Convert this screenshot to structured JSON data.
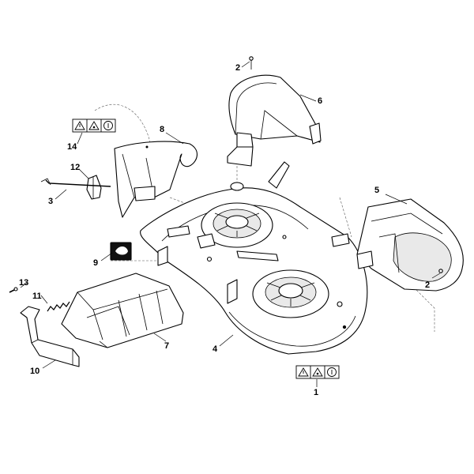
{
  "callouts": [
    {
      "id": "c1",
      "label": "1"
    },
    {
      "id": "c2a",
      "label": "2"
    },
    {
      "id": "c2b",
      "label": "2"
    },
    {
      "id": "c3",
      "label": "3"
    },
    {
      "id": "c4",
      "label": "4"
    },
    {
      "id": "c5",
      "label": "5"
    },
    {
      "id": "c6",
      "label": "6"
    },
    {
      "id": "c7",
      "label": "7"
    },
    {
      "id": "c8",
      "label": "8"
    },
    {
      "id": "c9",
      "label": "9"
    },
    {
      "id": "c10",
      "label": "10"
    },
    {
      "id": "c11",
      "label": "11"
    },
    {
      "id": "c12",
      "label": "12"
    },
    {
      "id": "c13",
      "label": "13"
    },
    {
      "id": "c14",
      "label": "14"
    }
  ],
  "decal_icons": [
    "warning-triangle-icon",
    "warning-triangle-icon",
    "read-manual-icon"
  ],
  "colors": {
    "line": "#000000",
    "background": "#ffffff"
  }
}
